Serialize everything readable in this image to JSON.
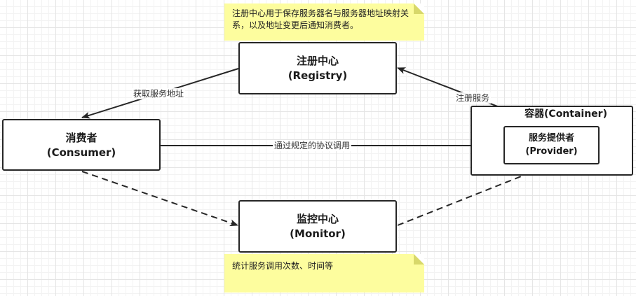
{
  "nodes": {
    "registry": {
      "line1": "注册中心",
      "line2": "(Registry)"
    },
    "consumer": {
      "line1": "消费者",
      "line2": "(Consumer)"
    },
    "monitor": {
      "line1": "监控中心",
      "line2": "(Monitor)"
    },
    "container": {
      "title": "容器(Container)"
    },
    "provider": {
      "line1": "服务提供者",
      "line2": "(Provider)"
    }
  },
  "notes": {
    "registry_note": "注册中心用于保存服务器名与服务器地址映射关系，以及地址变更后通知消费者。",
    "monitor_note": "统计服务调用次数、时间等"
  },
  "edges": {
    "get_address": "获取服务地址",
    "register": "注册服务",
    "invoke": "通过规定的协议调用"
  },
  "colors": {
    "note_background": "#fdfd9e",
    "stroke": "#262626"
  }
}
